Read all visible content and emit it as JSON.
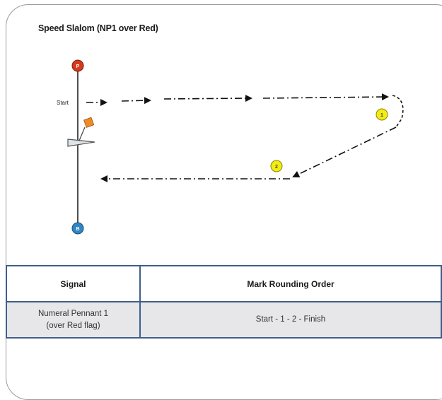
{
  "title": "Speed Slalom (NP1 over Red)",
  "start_label": "Start",
  "marks": [
    {
      "label": "1",
      "color": "#f2ec14"
    },
    {
      "label": "2",
      "color": "#f2ec14"
    }
  ],
  "pin_top": {
    "label": "P",
    "color": "#d4391b"
  },
  "pin_bottom": {
    "label": "B",
    "color": "#2f86c2"
  },
  "flag_color": "#f08a24",
  "table": {
    "headers": [
      "Signal",
      "Mark Rounding Order"
    ],
    "rows": [
      {
        "signal_line1": "Numeral Pennant 1",
        "signal_line2": "(over Red flag)",
        "order": "Start - 1 - 2 -  Finish"
      }
    ]
  }
}
